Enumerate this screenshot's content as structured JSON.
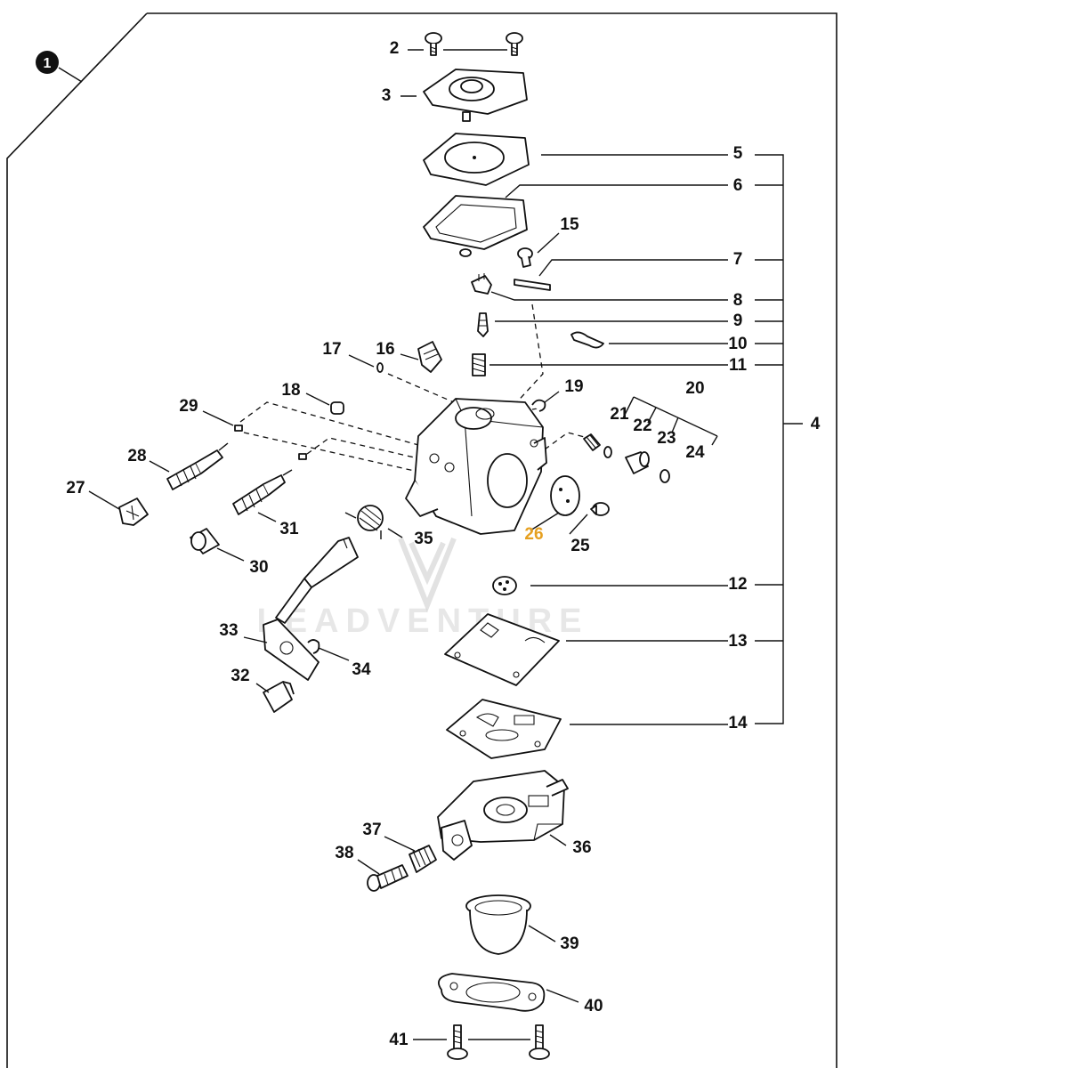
{
  "assembly_badge": "1",
  "watermark": "LEADVENTURE",
  "colors": {
    "line": "#111111",
    "highlight": "#e6a020",
    "watermark": "#d8d8d8"
  },
  "highlighted_part": "26",
  "parts": {
    "p2": "2",
    "p3": "3",
    "p4": "4",
    "p5": "5",
    "p6": "6",
    "p7": "7",
    "p8": "8",
    "p9": "9",
    "p10": "10",
    "p11": "11",
    "p12": "12",
    "p13": "13",
    "p14": "14",
    "p15": "15",
    "p16": "16",
    "p17": "17",
    "p18": "18",
    "p19": "19",
    "p20": "20",
    "p21": "21",
    "p22": "22",
    "p23": "23",
    "p24": "24",
    "p25": "25",
    "p26": "26",
    "p27": "27",
    "p28": "28",
    "p29": "29",
    "p30": "30",
    "p31": "31",
    "p32": "32",
    "p33": "33",
    "p34": "34",
    "p35": "35",
    "p36": "36",
    "p37": "37",
    "p38": "38",
    "p39": "39",
    "p40": "40",
    "p41": "41"
  }
}
